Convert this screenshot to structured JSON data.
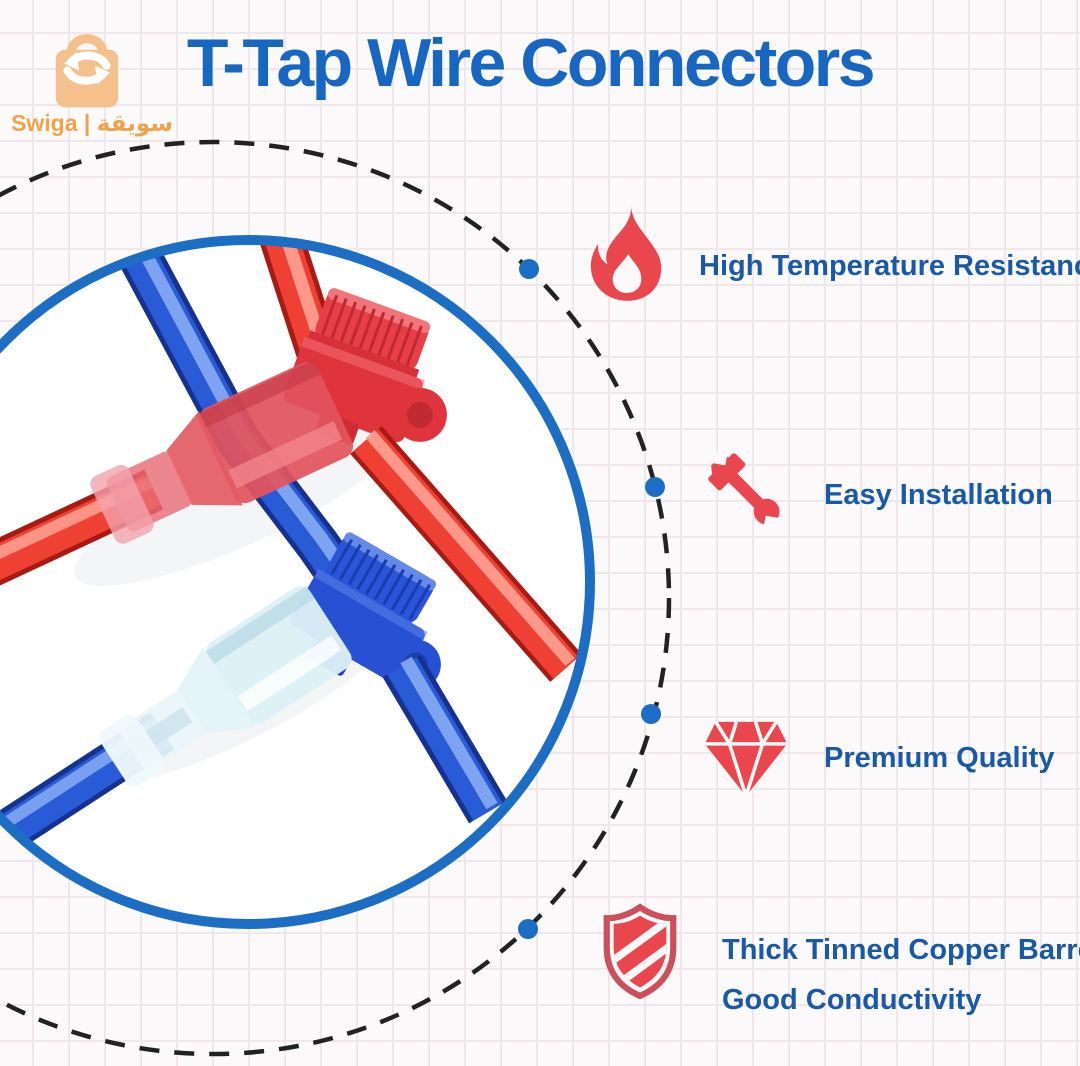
{
  "brand": {
    "name": "Swiga | سويقة"
  },
  "title": "T-Tap Wire Connectors",
  "features": [
    {
      "name": "high-temperature-resistance",
      "icon": "flame-icon",
      "label": "High Temperature Resistance"
    },
    {
      "name": "easy-installation",
      "icon": "tools-icon",
      "label": "Easy Installation"
    },
    {
      "name": "premium-quality",
      "icon": "diamond-icon",
      "label": "Premium Quality"
    },
    {
      "name": "copper-barrel-conductivity",
      "icon": "shield-icon",
      "label": "Thick Tinned Copper Barrel",
      "label2": "Good Conductivity"
    }
  ],
  "colors": {
    "title_blue": "#1766C2",
    "feature_text_blue": "#1959A8",
    "icon_red": "#E9474D",
    "circle_border_blue": "#1B6EC3",
    "dashed_circle": "#222222",
    "wire_red": "#EE4134",
    "wire_blue": "#2A5BD7",
    "logo_orange": "#EFA44B",
    "logo_bag_peach": "#F4C08C",
    "background": "#FBF9FA"
  }
}
